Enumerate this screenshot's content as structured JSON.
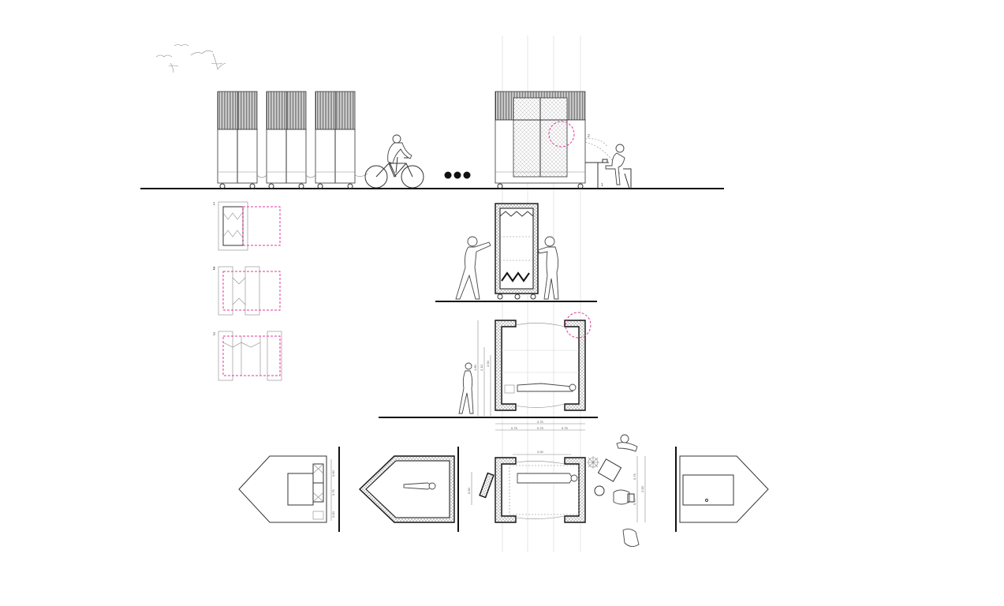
{
  "accent_color": "#e0399a",
  "ink_color": "#111111",
  "sequence": [
    "1",
    "2",
    "3"
  ],
  "elevation_marks": [
    "2",
    "1"
  ],
  "section_dimensions": {
    "height_total": "2.50",
    "height_inner": "2.10",
    "height_person": "1.80",
    "width_total": "2.70",
    "width_parts": [
      "0.75",
      "0.75",
      "0.75"
    ]
  },
  "plan_dimensions": {
    "inner_length": "2.00",
    "depth_left": "0.60",
    "depth_mid": "0.75",
    "depth_total": "2.00",
    "side_parts": [
      "0.75",
      "0.75"
    ],
    "mid_label": "0.60"
  }
}
